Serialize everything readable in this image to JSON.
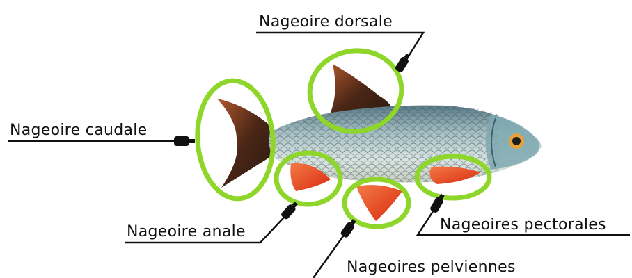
{
  "labels": {
    "dorsal": "Nageoire dorsale",
    "caudal": "Nageoire caudale",
    "anal": "Nageoire anale",
    "pelvic": "Nageoires pelviennes",
    "pectoral": "Nageoires pectorales"
  },
  "colors": {
    "highlight": "#8fd62a",
    "body_silver": "#9fb3b5",
    "fin_red": "#e8401c",
    "fin_dark": "#4a2a1a",
    "line": "#111111"
  },
  "icons": {
    "pointer": "cable-plug-icon"
  }
}
